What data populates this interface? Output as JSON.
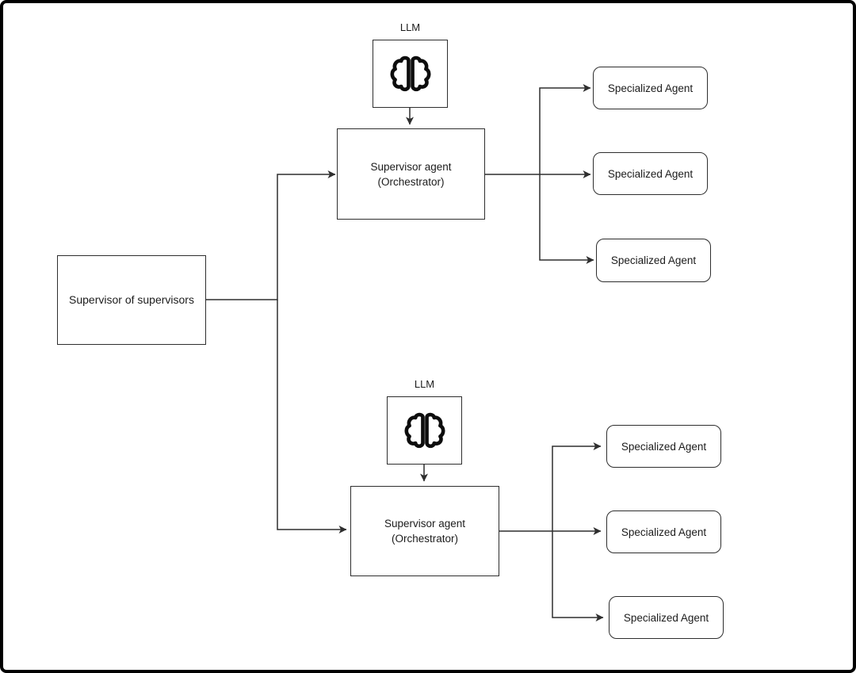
{
  "colors": {
    "canvas_bg": "#ffffff",
    "frame": "#000000",
    "node_border": "#2e2e2e",
    "connector": "#2e2e2e",
    "text": "#1c1c1c",
    "icon": "#0d0d0d"
  },
  "root": {
    "label": "Supervisor of supervisors"
  },
  "top_cluster": {
    "llm": {
      "label": "LLM",
      "icon": "brain-icon"
    },
    "supervisor": {
      "line1": "Supervisor agent",
      "line2": "(Orchestrator)"
    },
    "agents": [
      {
        "label": "Specialized Agent"
      },
      {
        "label": "Specialized Agent"
      },
      {
        "label": "Specialized Agent"
      }
    ]
  },
  "bottom_cluster": {
    "llm": {
      "label": "LLM",
      "icon": "brain-icon"
    },
    "supervisor": {
      "line1": "Supervisor agent",
      "line2": "(Orchestrator)"
    },
    "agents": [
      {
        "label": "Specialized Agent"
      },
      {
        "label": "Specialized Agent"
      },
      {
        "label": "Specialized Agent"
      }
    ]
  }
}
